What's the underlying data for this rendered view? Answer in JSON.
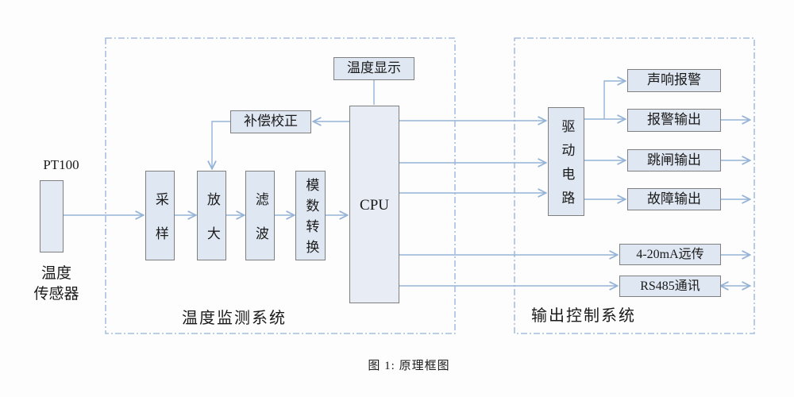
{
  "figure": {
    "caption": "图 1: 原理框图"
  },
  "sensor": {
    "type": "PT100",
    "label_line1": "温度",
    "label_line2": "传感器"
  },
  "monitoring_system": {
    "label": "温度监测系统",
    "blocks": {
      "sampling": "采样",
      "amplify": "放大",
      "filter": "滤波",
      "adc": "模数转换",
      "compensation": "补偿校正",
      "display": "温度显示",
      "cpu": "CPU"
    }
  },
  "output_system": {
    "label": "输出控制系统",
    "blocks": {
      "driver": "驱动电路",
      "sound_alarm": "声响报警",
      "alarm_out": "报警输出",
      "trip_out": "跳闸输出",
      "fault_out": "故障输出",
      "remote_4_20ma": "4-20mA远传",
      "rs485": "RS485通讯"
    }
  },
  "colors": {
    "box_fill": "#dfe7f2",
    "box_border": "#7f7f7f",
    "connector": "#95b3d7",
    "dashed_border": "#95b3d7",
    "sensor_arrow": "#5b84b8",
    "text": "#1a1a1a"
  }
}
